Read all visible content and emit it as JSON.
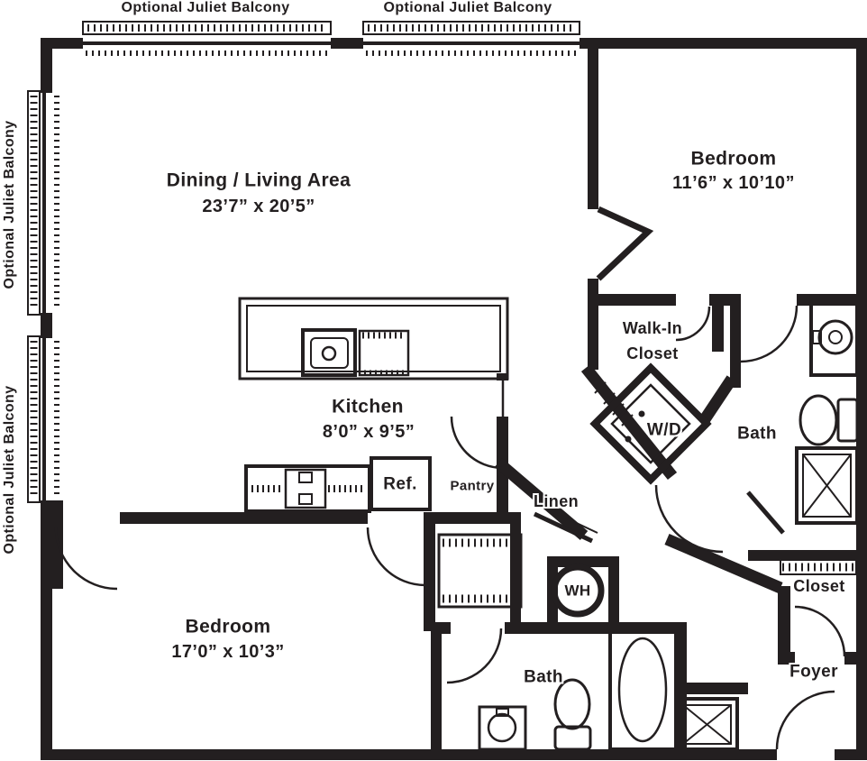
{
  "plan": {
    "ink_color": "#231f20",
    "background_color": "#ffffff",
    "halo_color": "#ffffff"
  },
  "labels": {
    "bt1": {
      "text": "Optional Juliet Balcony"
    },
    "bt2": {
      "text": "Optional Juliet Balcony"
    },
    "bl1": {
      "text": "Optional Juliet Balcony"
    },
    "bl2": {
      "text": "Optional Juliet Balcony"
    },
    "living1": {
      "text": "Dining / Living Area"
    },
    "living2": {
      "text": "23’7” x 20’5”"
    },
    "bed1a": {
      "text": "Bedroom"
    },
    "bed1b": {
      "text": "11’6” x 10’10”"
    },
    "kit1": {
      "text": "Kitchen"
    },
    "kit2": {
      "text": "8’0” x 9’5”"
    },
    "wi1": {
      "text": "Walk-In"
    },
    "wi2": {
      "text": "Closet"
    },
    "wd": {
      "text": "W/D"
    },
    "bath1": {
      "text": "Bath"
    },
    "ref": {
      "text": "Ref."
    },
    "pantry": {
      "text": "Pantry"
    },
    "linen": {
      "text": "Linen"
    },
    "wh": {
      "text": "WH"
    },
    "bath2": {
      "text": "Bath"
    },
    "closet2": {
      "text": "Closet"
    },
    "foyer": {
      "text": "Foyer"
    },
    "bed2a": {
      "text": "Bedroom"
    },
    "bed2b": {
      "text": "17’0” x 10’3”"
    }
  }
}
